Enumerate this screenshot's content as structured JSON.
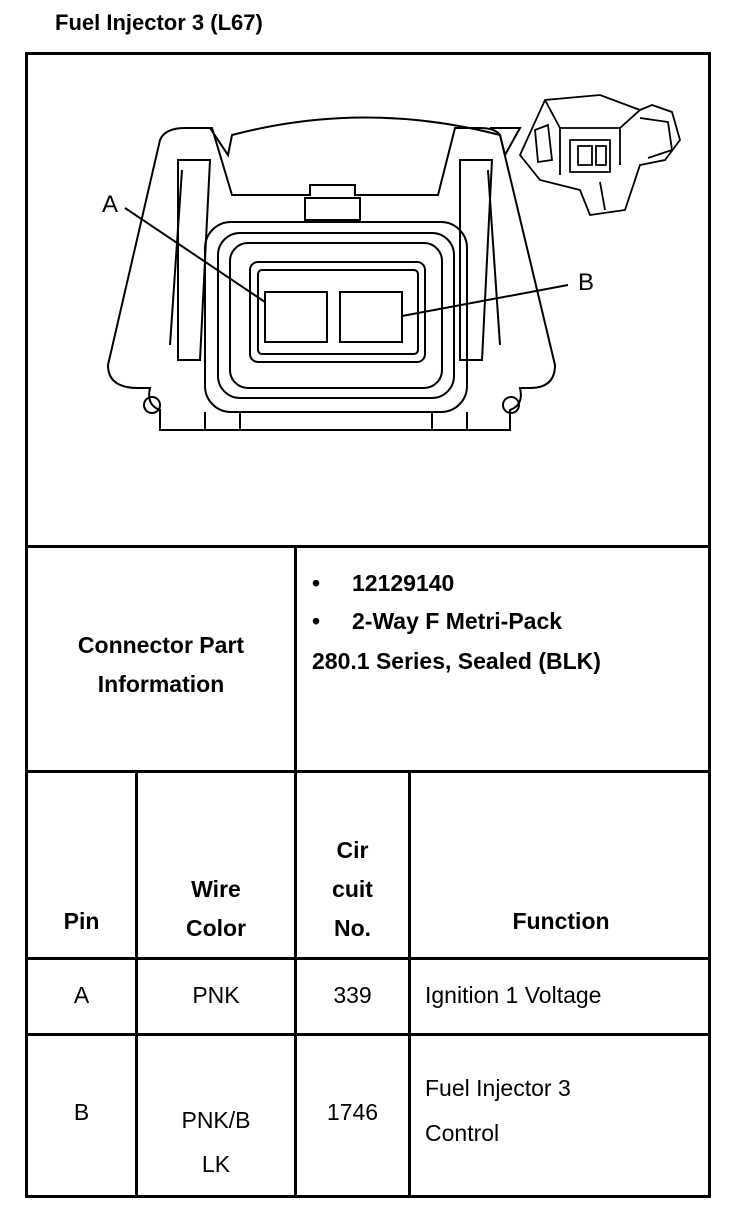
{
  "title": "Fuel Injector 3 (L67)",
  "diagram": {
    "label_a": "A",
    "label_b": "B"
  },
  "connector": {
    "header_line1": "Connector Part",
    "header_line2": "Information",
    "bullets": [
      "12129140",
      "2-Way F Metri-Pack"
    ],
    "series_line": "280.1 Series, Sealed (BLK)"
  },
  "table": {
    "headers": {
      "pin": "Pin",
      "wire_color_1": "Wire",
      "wire_color_2": "Color",
      "circuit_1": "Cir",
      "circuit_2": "cuit",
      "circuit_3": "No.",
      "function": "Function"
    },
    "rows": [
      {
        "pin": "A",
        "wire_color": "PNK",
        "wire_color_2": "",
        "circuit": "339",
        "function": "Ignition 1 Voltage",
        "function_2": ""
      },
      {
        "pin": "B",
        "wire_color": "PNK/B",
        "wire_color_2": "LK",
        "circuit": "1746",
        "function": "Fuel Injector 3",
        "function_2": "Control"
      }
    ]
  }
}
